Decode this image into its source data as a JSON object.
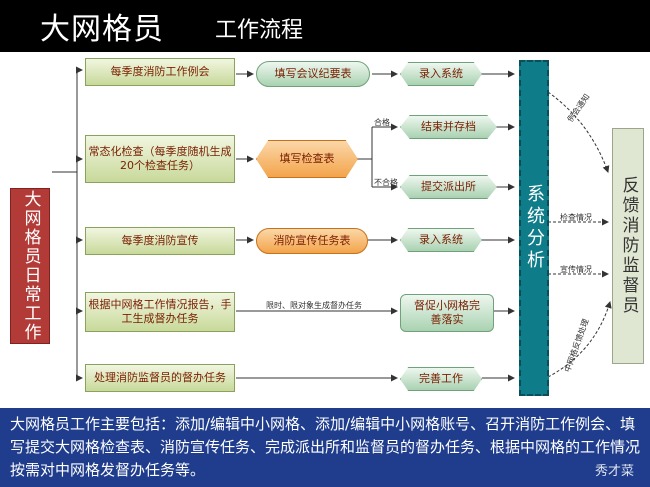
{
  "title": {
    "main": "大网格员",
    "sub": "工作流程"
  },
  "left_box": "大网格员日常工作",
  "tasks": [
    {
      "label": "每季度消防工作例会"
    },
    {
      "label": "常态化检查（每季度随机生成20个检查任务）"
    },
    {
      "label": "每季度消防宣传"
    },
    {
      "label": "根据中网格工作情况报告，手工生成督办任务"
    },
    {
      "label": "处理消防监督员的督办任务"
    }
  ],
  "forms": {
    "meeting": "填写会议纪要表",
    "check": "填写检查表",
    "propaganda": "消防宣传任务表"
  },
  "results": {
    "entry1": "录入系统",
    "archive": "结束并存档",
    "police": "提交派出所",
    "entry2": "录入系统",
    "supervise": "督促小网格完善落实",
    "complete": "完善工作"
  },
  "branch_labels": {
    "pass": "合格",
    "fail": "不合格",
    "deadline": "限时、限对象生成督办任务"
  },
  "system_box": "系统分析",
  "feedback_box": "反馈消防监督员",
  "arrow_labels": {
    "meeting_notice": "例会通知",
    "check_status": "检查情况",
    "propaganda_status": "宣传情况",
    "mid_feedback": "中网格反馈处理"
  },
  "summary": "大网格员工作主要包括：添加/编辑中小网格、添加/编辑中小网格账号、召开消防工作例会、填写提交大网格检查表、消防宣传任务、完成派出所和监督员的督办任务、根据中网格的工作情况按需对中网格发督办任务等。",
  "watermark": "秀才菜"
}
